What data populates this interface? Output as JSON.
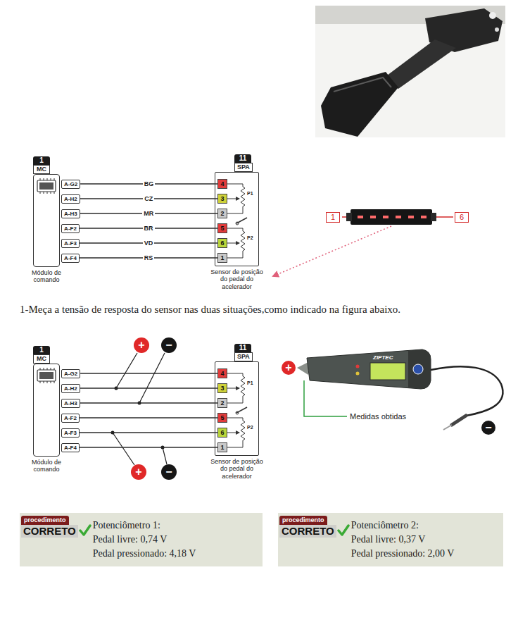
{
  "diagram": {
    "nodes": [
      {
        "text": [
          "1",
          "MC",
          "Módulo de comando"
        ]
      },
      {
        "text": [
          "A-G2"
        ]
      },
      {
        "text": [
          "A-H2"
        ]
      },
      {
        "text": [
          "A-H3"
        ]
      },
      {
        "text": [
          "A-F2"
        ]
      },
      {
        "text": [
          "A-F3"
        ]
      },
      {
        "text": [
          "A-F4"
        ]
      },
      {
        "text": [
          "11",
          "SPA",
          "Sensor de posição do pedal do acelerador"
        ]
      },
      {
        "text": [
          "4"
        ],
        "in": 7
      },
      {
        "text": [
          "3"
        ],
        "in": 7
      },
      {
        "text": [
          "2"
        ],
        "in": 7
      },
      {
        "text": [
          "5"
        ],
        "in": 7
      },
      {
        "text": [
          "6"
        ],
        "in": 7
      },
      {
        "text": [
          "1"
        ],
        "in": 7
      },
      {
        "text": [
          "1"
        ]
      },
      {
        "text": [
          "6"
        ]
      },
      {
        "text": [
          "+"
        ]
      },
      {
        "text": [
          "−"
        ]
      },
      {
        "text": [
          "1",
          "MC",
          "Módulo de comando"
        ]
      },
      {
        "text": [
          "A-G2"
        ]
      },
      {
        "text": [
          "A-H2"
        ]
      },
      {
        "text": [
          "A-H3"
        ]
      },
      {
        "text": [
          "A-F2"
        ]
      },
      {
        "text": [
          "A-F3"
        ]
      },
      {
        "text": [
          "A-F4"
        ]
      },
      {
        "text": [
          "11",
          "SPA",
          "Sensor de posição do pedal do acelerador"
        ]
      },
      {
        "text": [
          "4"
        ],
        "in": 25
      },
      {
        "text": [
          "3"
        ],
        "in": 25
      },
      {
        "text": [
          "2"
        ],
        "in": 25
      },
      {
        "text": [
          "5"
        ],
        "in": 25
      },
      {
        "text": [
          "6"
        ],
        "in": 25
      },
      {
        "text": [
          "1"
        ],
        "in": 25
      },
      {
        "text": [
          "+"
        ]
      },
      {
        "text": [
          "−"
        ]
      },
      {
        "text": [
          "+"
        ]
      },
      {
        "text": [
          "−"
        ]
      },
      {
        "text": [
          "Potenciômetro 1:",
          "Pedal livre: 0,74 V",
          "Pedal pressionado: 4,18 V"
        ]
      },
      {
        "text": [
          "procedimento",
          "CORRETO"
        ],
        "in": 36
      },
      {
        "text": [
          "Potenciômetro 2:",
          "Pedal livre: 0,37 V",
          "Pedal pressionado: 2,00 V"
        ]
      },
      {
        "text": [
          "procedimento",
          "CORRETO"
        ],
        "in": 38
      }
    ],
    "edges": [
      {
        "from": 1,
        "to": 8,
        "arrow": "none",
        "label": "BG"
      },
      {
        "from": 2,
        "to": 9,
        "arrow": "none",
        "label": "CZ"
      },
      {
        "from": 3,
        "to": 10,
        "arrow": "none",
        "label": "MR"
      },
      {
        "from": 4,
        "to": 11,
        "arrow": "none",
        "label": "BR"
      },
      {
        "from": 5,
        "to": 12,
        "arrow": "none",
        "label": "VD"
      },
      {
        "from": 6,
        "to": 13,
        "arrow": "none",
        "label": "RS"
      },
      {
        "from": 19,
        "to": 26,
        "arrow": "none"
      },
      {
        "from": 20,
        "to": 27,
        "arrow": "none"
      },
      {
        "from": 21,
        "to": 28,
        "arrow": "none"
      },
      {
        "from": 22,
        "to": 29,
        "arrow": "none"
      },
      {
        "from": 23,
        "to": 30,
        "arrow": "none"
      },
      {
        "from": 24,
        "to": 31,
        "arrow": "none"
      }
    ],
    "labels": [
      "1-Meça a tensão de resposta do sensor nas duas situações,como indicado na figura abaixo.",
      "P1",
      "P2",
      "P1",
      "P2",
      "ZIPTEC",
      "Medidas obtidas"
    ]
  }
}
